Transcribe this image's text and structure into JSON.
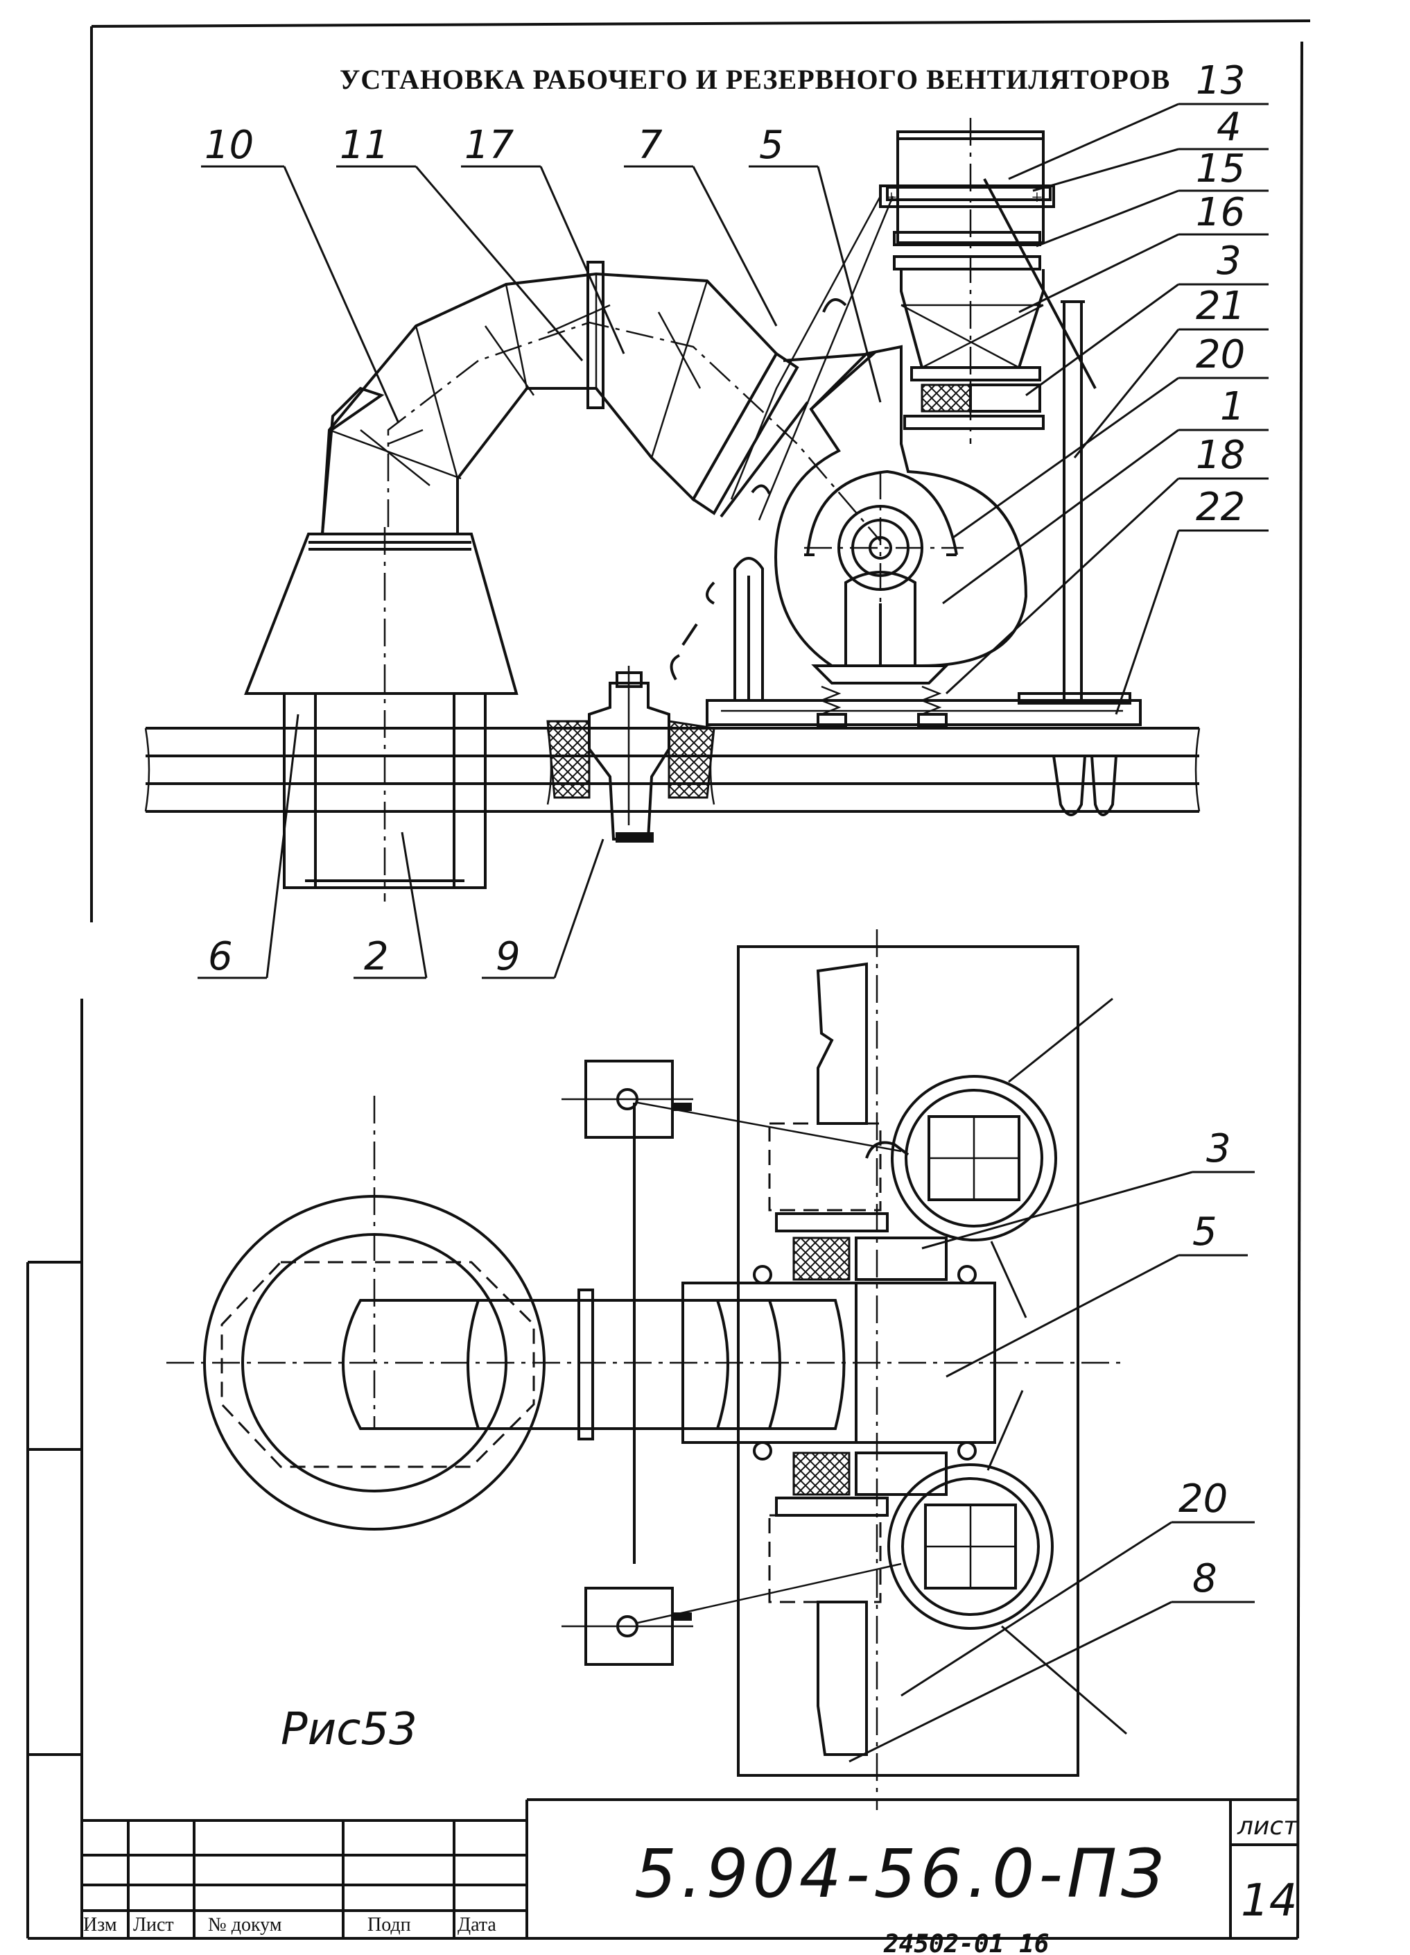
{
  "title": "УСТАНОВКА РАБОЧЕГО И РЕЗЕРВНОГО ВЕНТИЛЯТОРОВ",
  "figure_label": "Рис53",
  "callouts_top": [
    "13",
    "4",
    "15",
    "16",
    "3",
    "21",
    "20",
    "1",
    "18",
    "22",
    "10",
    "11",
    "17",
    "7",
    "5",
    "6",
    "2",
    "9"
  ],
  "callouts_plan": [
    "3",
    "5",
    "20",
    "8"
  ],
  "title_block": {
    "doc_number": "5.904-56.0-ПЗ",
    "sheet_label": "лист",
    "sheet_number": "14",
    "columns": [
      "Изм",
      "Лист",
      "№ докум",
      "Подп",
      "Дата"
    ],
    "archive_number": "24502-01  16"
  }
}
